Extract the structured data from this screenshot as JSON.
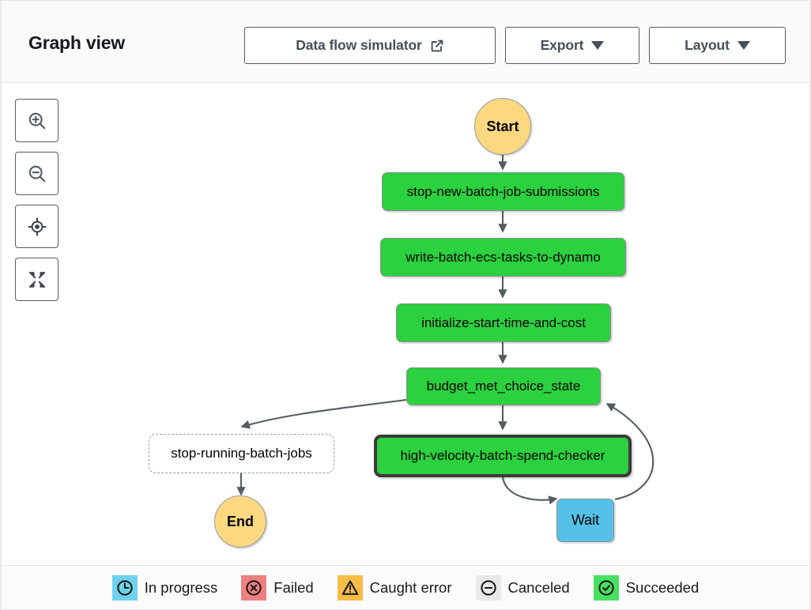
{
  "header": {
    "title": "Graph view",
    "buttons": [
      {
        "id": "data-flow-simulator",
        "label": "Data flow simulator",
        "icon": "external-link-icon"
      },
      {
        "id": "export",
        "label": "Export",
        "icon": "chevron-down-icon"
      },
      {
        "id": "layout",
        "label": "Layout",
        "icon": "chevron-down-icon"
      }
    ]
  },
  "toolbar": {
    "items": [
      {
        "id": "zoom-in",
        "icon": "zoom-in-icon"
      },
      {
        "id": "zoom-out",
        "icon": "zoom-out-icon"
      },
      {
        "id": "center",
        "icon": "center-target-icon"
      },
      {
        "id": "fit-to-screen",
        "icon": "fit-to-screen-icon"
      }
    ]
  },
  "graph": {
    "nodes": [
      {
        "id": "start",
        "label": "Start",
        "kind": "terminal",
        "color": "#fcd980"
      },
      {
        "id": "stop-new-batch-job-submissions",
        "label": "stop-new-batch-job-submissions",
        "kind": "task",
        "color": "#2bd13f"
      },
      {
        "id": "write-batch-ecs-tasks-to-dynamo",
        "label": "write-batch-ecs-tasks-to-dynamo",
        "kind": "task",
        "color": "#2bd13f"
      },
      {
        "id": "initialize-start-time-and-cost",
        "label": "initialize-start-time-and-cost",
        "kind": "task",
        "color": "#2bd13f"
      },
      {
        "id": "budget_met_choice_state",
        "label": "budget_met_choice_state",
        "kind": "task",
        "color": "#2bd13f"
      },
      {
        "id": "stop-running-batch-jobs",
        "label": "stop-running-batch-jobs",
        "kind": "dashed",
        "color": "#ffffff"
      },
      {
        "id": "high-velocity-batch-spend-checker",
        "label": "high-velocity-batch-spend-checker",
        "kind": "task-selected",
        "color": "#2bd13f"
      },
      {
        "id": "wait",
        "label": "Wait",
        "kind": "wait",
        "color": "#55c1e8"
      },
      {
        "id": "end",
        "label": "End",
        "kind": "terminal",
        "color": "#fcd980"
      }
    ],
    "edges": [
      {
        "from": "start",
        "to": "stop-new-batch-job-submissions"
      },
      {
        "from": "stop-new-batch-job-submissions",
        "to": "write-batch-ecs-tasks-to-dynamo"
      },
      {
        "from": "write-batch-ecs-tasks-to-dynamo",
        "to": "initialize-start-time-and-cost"
      },
      {
        "from": "initialize-start-time-and-cost",
        "to": "budget_met_choice_state"
      },
      {
        "from": "budget_met_choice_state",
        "to": "stop-running-batch-jobs"
      },
      {
        "from": "budget_met_choice_state",
        "to": "high-velocity-batch-spend-checker"
      },
      {
        "from": "stop-running-batch-jobs",
        "to": "end"
      },
      {
        "from": "high-velocity-batch-spend-checker",
        "to": "wait"
      },
      {
        "from": "wait",
        "to": "budget_met_choice_state"
      }
    ]
  },
  "legend": {
    "items": [
      {
        "id": "in-progress",
        "label": "In progress",
        "icon": "clock-icon",
        "color": "#6fd2ec"
      },
      {
        "id": "failed",
        "label": "Failed",
        "icon": "x-circle-icon",
        "color": "#f08080"
      },
      {
        "id": "caught-error",
        "label": "Caught error",
        "icon": "warning-triangle-icon",
        "color": "#f9bd47"
      },
      {
        "id": "canceled",
        "label": "Canceled",
        "icon": "minus-circle-icon",
        "color": "#e9e9e9"
      },
      {
        "id": "succeeded",
        "label": "Succeeded",
        "icon": "check-circle-icon",
        "color": "#49e061"
      }
    ]
  }
}
